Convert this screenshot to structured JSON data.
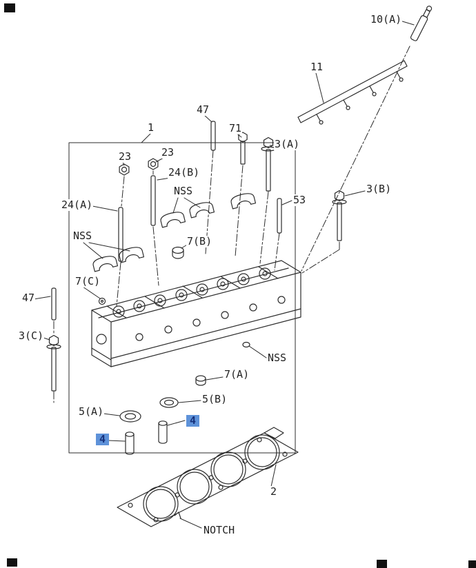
{
  "page": {
    "background": "#ffffff",
    "line_color": "#2b2b2b",
    "highlight_bg": "#5e92d9",
    "highlight_text": "#16307a"
  },
  "diagram": {
    "callouts": [
      {
        "id": "1",
        "label": "1",
        "highlighted": false
      },
      {
        "id": "47-top",
        "label": "47",
        "highlighted": false
      },
      {
        "id": "71",
        "label": "71",
        "highlighted": false
      },
      {
        "id": "3A",
        "label": "3(A)",
        "highlighted": false
      },
      {
        "id": "10A",
        "label": "10(A)",
        "highlighted": false
      },
      {
        "id": "11",
        "label": "11",
        "highlighted": false
      },
      {
        "id": "23-left",
        "label": "23",
        "highlighted": false
      },
      {
        "id": "23-right",
        "label": "23",
        "highlighted": false
      },
      {
        "id": "24B",
        "label": "24(B)",
        "highlighted": false
      },
      {
        "id": "nss-top",
        "label": "NSS",
        "highlighted": false
      },
      {
        "id": "53",
        "label": "53",
        "highlighted": false
      },
      {
        "id": "3B",
        "label": "3(B)",
        "highlighted": false
      },
      {
        "id": "24A",
        "label": "24(A)",
        "highlighted": false
      },
      {
        "id": "nss-left",
        "label": "NSS",
        "highlighted": false
      },
      {
        "id": "7B",
        "label": "7(B)",
        "highlighted": false
      },
      {
        "id": "7C",
        "label": "7(C)",
        "highlighted": false
      },
      {
        "id": "47-left",
        "label": "47",
        "highlighted": false
      },
      {
        "id": "3C",
        "label": "3(C)",
        "highlighted": false
      },
      {
        "id": "nss-right",
        "label": "NSS",
        "highlighted": false
      },
      {
        "id": "7A",
        "label": "7(A)",
        "highlighted": false
      },
      {
        "id": "5B",
        "label": "5(B)",
        "highlighted": false
      },
      {
        "id": "5A",
        "label": "5(A)",
        "highlighted": false
      },
      {
        "id": "4-right",
        "label": "4",
        "highlighted": true
      },
      {
        "id": "4-left",
        "label": "4",
        "highlighted": true
      },
      {
        "id": "2",
        "label": "2",
        "highlighted": false
      },
      {
        "id": "notch",
        "label": "NOTCH",
        "highlighted": false
      }
    ]
  }
}
